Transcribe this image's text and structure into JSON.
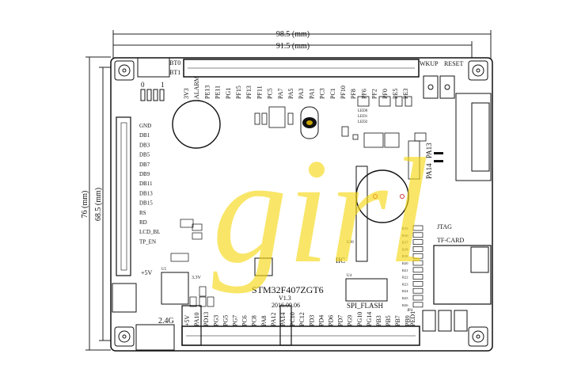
{
  "dimensions": {
    "width_outer": "98.5 (mm)",
    "width_inner": "91.5 (mm)",
    "height_outer": "76 (mm)",
    "height_inner": "68.5 (mm)"
  },
  "watermark": "girl",
  "board": {
    "chip": "STM32F407ZGT6",
    "version": "V1.3",
    "date": "2016.09.06",
    "top_labels": [
      "BT0",
      "BT1",
      "WKUP",
      "RESET"
    ],
    "jumper_numbers": [
      "0",
      "1"
    ],
    "top_header_pins": [
      "3V3",
      "ALARM",
      "PE13",
      "PE11",
      "PG1",
      "PF15",
      "PF13",
      "PF11",
      "PC5",
      "PA7",
      "PA5",
      "PA3",
      "PA1",
      "PC3",
      "PC1",
      "PF10",
      "PF8",
      "PF6",
      "PF2",
      "PF0",
      "PE5",
      "PE3"
    ],
    "bottom_header_pins": [
      "+5V",
      "PA10",
      "PD13",
      "PG3",
      "PG5",
      "PG7",
      "PC6",
      "PC8",
      "PA8",
      "PA12",
      "PA14",
      "PC10",
      "PC12",
      "PD3",
      "PD4",
      "PD6",
      "PD7",
      "PG9",
      "PG10",
      "PG14",
      "PB3",
      "PB5",
      "PB7",
      "PB9"
    ],
    "lcd_pins": [
      "GND",
      "DB1",
      "DB3",
      "DB5",
      "DB7",
      "DB9",
      "DB11",
      "DB13",
      "DB15",
      "RS",
      "RD",
      "LCD_BL",
      "TP_EN"
    ],
    "misc_labels": {
      "plus5v": "+5V",
      "v33": "3.3V",
      "antenna": "2.4G",
      "jtag": "JTAG",
      "tf_card": "TF-CARD",
      "iic": "IIC",
      "spi_flash": "SPI_FLASH",
      "pa13": "PA13",
      "pa14": "PA14",
      "ped1": "PED1",
      "u4": "U4",
      "u5": "U5",
      "u20": "U20",
      "jp4": "JP4",
      "led0": "LED0",
      "led1": "LED1",
      "led2": "LED2"
    },
    "small_resistor_labels": [
      "R15",
      "R16",
      "R17",
      "R18",
      "R19",
      "R20",
      "R21",
      "R22",
      "R23",
      "R24",
      "R25",
      "R26"
    ]
  }
}
